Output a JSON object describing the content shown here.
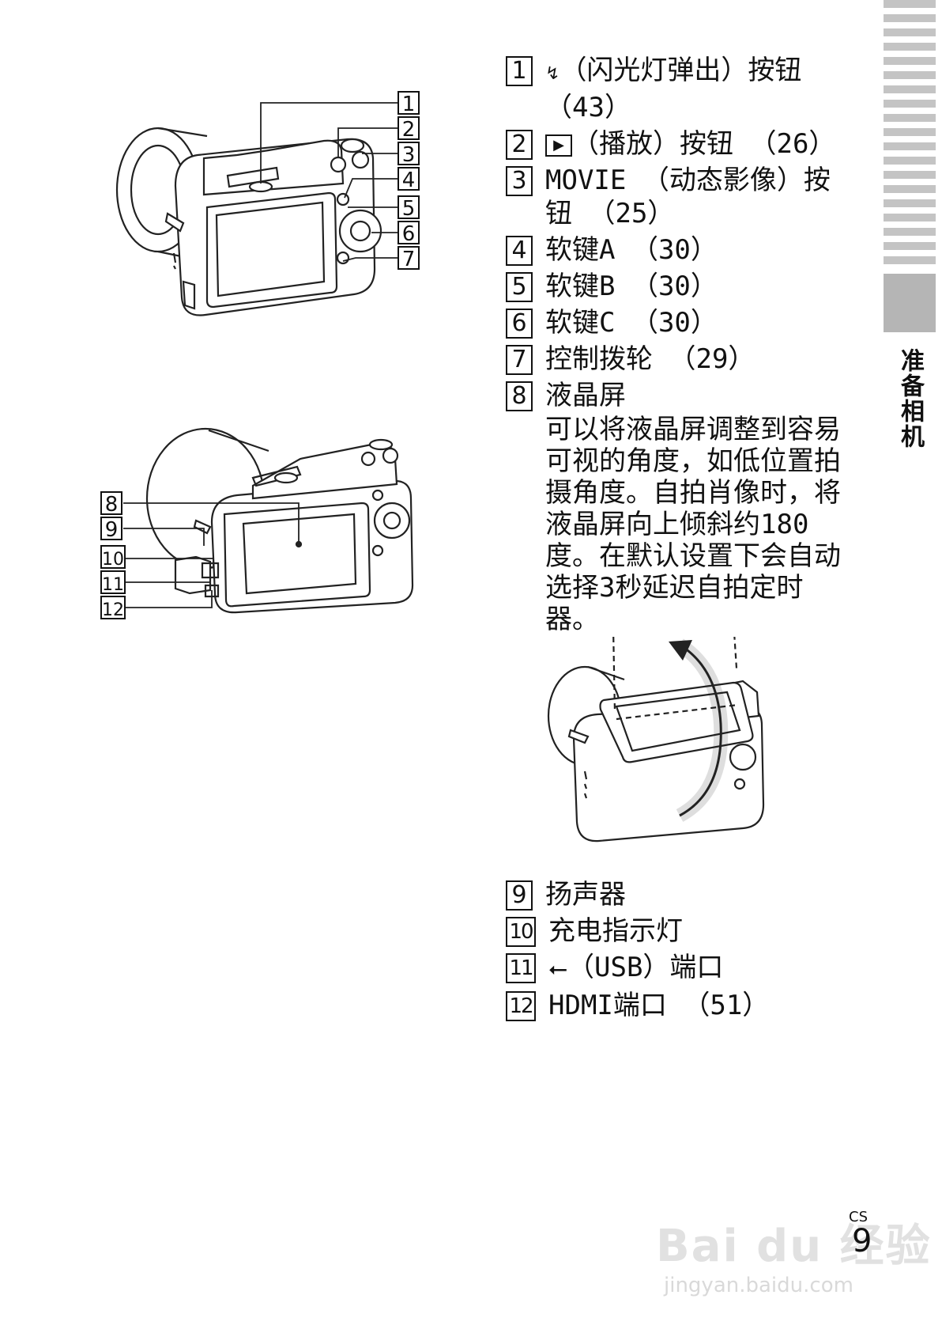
{
  "items_top": [
    {
      "num": "1",
      "icon": "flash-icon",
      "icon_glyph": "↯",
      "label": "（闪光灯弹出）按钮",
      "ref": "（43）"
    },
    {
      "num": "2",
      "icon": "playback-icon",
      "icon_glyph": "▶",
      "label": "（播放）按钮 （26）"
    },
    {
      "num": "3",
      "label": "MOVIE （动态影像）按",
      "label2": "钮 （25）"
    },
    {
      "num": "4",
      "label": "软键A （30）"
    },
    {
      "num": "5",
      "label": "软键B （30）"
    },
    {
      "num": "6",
      "label": "软键C （30）"
    },
    {
      "num": "7",
      "label": "控制拨轮 （29）"
    },
    {
      "num": "8",
      "label": "液晶屏",
      "desc": "可以将液晶屏调整到容易可视的角度，如低位置拍摄角度。自拍肖像时，将液晶屏向上倾斜约180度。在默认设置下会自动选择3秒延迟自拍定时器。"
    }
  ],
  "items_bottom": [
    {
      "num": "9",
      "label": "扬声器"
    },
    {
      "num": "10",
      "label": "充电指示灯"
    },
    {
      "num": "11",
      "icon": "usb-icon",
      "icon_glyph": "⭠",
      "label": "（USB）端口"
    },
    {
      "num": "12",
      "label": "HDMI端口 （51）"
    }
  ],
  "diagram_top_callouts": [
    "1",
    "2",
    "3",
    "4",
    "5",
    "6",
    "7"
  ],
  "diagram_mid_callouts": [
    "8",
    "9",
    "10",
    "11",
    "12"
  ],
  "side_tab": {
    "label": "准备相机"
  },
  "page": {
    "lang": "CS",
    "number": "9"
  },
  "watermark": {
    "text": "Bai du 经验",
    "url": "jingyan.baidu.com"
  },
  "colors": {
    "side_tab": "#b5b5b5",
    "stripes": "#c4c4c4"
  }
}
